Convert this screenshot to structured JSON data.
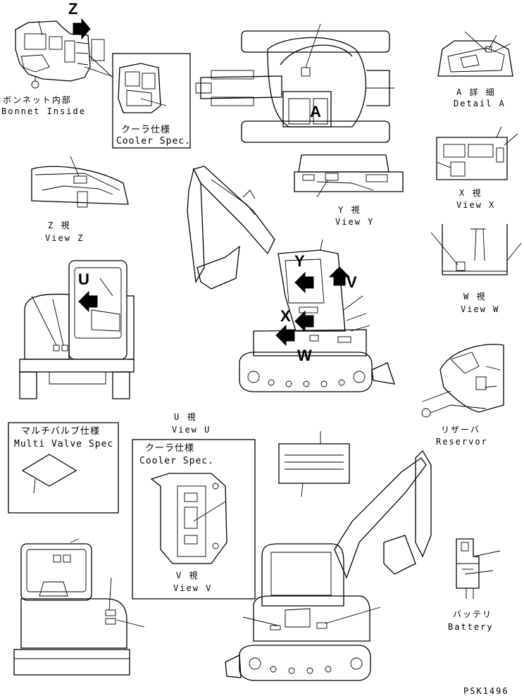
{
  "drawing_code": "PSK1496",
  "callouts": {
    "z": "Z",
    "a": "A",
    "y": "Y",
    "v": "V",
    "u": "U",
    "x": "X",
    "w": "W"
  },
  "views": {
    "bonnet_inside": {
      "jp": "ボンネット内部",
      "en": "Bonnet Inside"
    },
    "cooler_spec_1": {
      "jp": "クーラ仕様",
      "en": "Cooler Spec."
    },
    "detail_a": {
      "jp": "A 詳 細",
      "en": "Detail A"
    },
    "view_x": {
      "jp": "X 視",
      "en": "View X"
    },
    "view_z": {
      "jp": "Z 視",
      "en": "View Z"
    },
    "view_y": {
      "jp": "Y 視",
      "en": "View Y"
    },
    "view_w": {
      "jp": "W 視",
      "en": "View W"
    },
    "view_u": {
      "jp": "U 視",
      "en": "View U"
    },
    "reservor": {
      "jp": "リザーバ",
      "en": "Reservor"
    },
    "multi_valve": {
      "jp": "マルチバルブ仕様",
      "en": "Multi Valve Spec"
    },
    "cooler_spec_2": {
      "jp": "クーラ仕様",
      "en": "Cooler Spec."
    },
    "view_v": {
      "jp": "V 視",
      "en": "View V"
    },
    "battery": {
      "jp": "バッテリ",
      "en": "Battery"
    }
  }
}
